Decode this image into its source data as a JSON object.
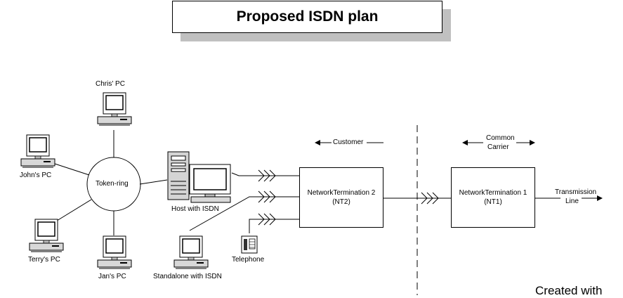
{
  "title": "Proposed ISDN plan",
  "ring": {
    "label": "Token-ring"
  },
  "pcs": {
    "chris": "Chris' PC",
    "john": "John's PC",
    "terry": "Terry's PC",
    "jan": "Jan's PC"
  },
  "host": {
    "label": "Host with ISDN"
  },
  "standalone": {
    "label": "Standalone with ISDN"
  },
  "telephone": {
    "label": "Telephone"
  },
  "nt2": {
    "line1": "NetworkTermination 2",
    "line2": "(NT2)"
  },
  "nt1": {
    "line1": "NetworkTermination 1",
    "line2": "(NT1)"
  },
  "customer": {
    "label": "Customer"
  },
  "carrier": {
    "line1": "Common",
    "line2": "Carrier"
  },
  "transmission": {
    "line1": "Transmission",
    "line2": "Line"
  },
  "footer": "Created with",
  "colors": {
    "ink": "#000000",
    "shadow": "#c0c0c0",
    "screen": "#ffffff",
    "computer": "#d4d4d4"
  }
}
